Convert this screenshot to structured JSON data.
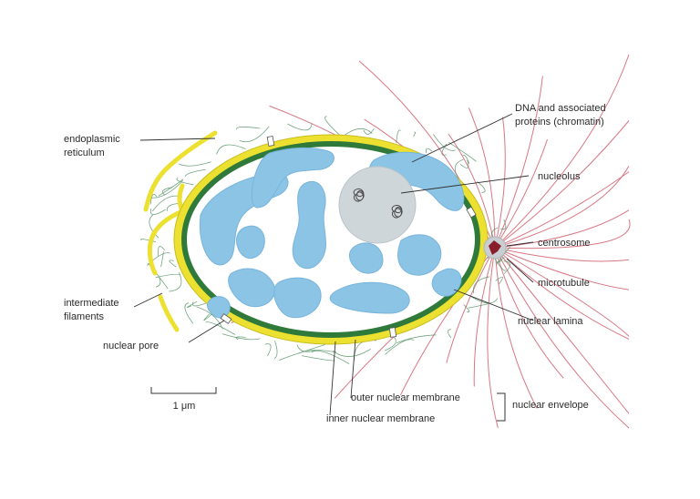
{
  "labels": {
    "endoplasmic_reticulum_line1": "endoplasmic",
    "endoplasmic_reticulum_line2": "reticulum",
    "intermediate_filaments_line1": "intermediate",
    "intermediate_filaments_line2": "filaments",
    "nuclear_pore": "nuclear pore",
    "dna_line1": "DNA and associated",
    "dna_line2": "proteins (chromatin)",
    "nucleolus": "nucleolus",
    "centrosome": "centrosome",
    "microtubule": "microtubule",
    "nuclear_lamina": "nuclear lamina",
    "outer_nuclear_membrane": "outer nuclear membrane",
    "inner_nuclear_membrane": "inner nuclear membrane",
    "nuclear_envelope": "nuclear envelope"
  },
  "scale_bar": {
    "label": "1 μm"
  },
  "colors": {
    "chromatin": "#8cc4e6",
    "chromatin_edge": "#6fb0da",
    "outer_membrane": "#ece030",
    "lamina": "#2f7a3a",
    "intermediate_filament": "#4f8f60",
    "microtubule": "#d2606e",
    "centrosome": "#8a1d2c",
    "nucleolus": "#cfd6da"
  }
}
